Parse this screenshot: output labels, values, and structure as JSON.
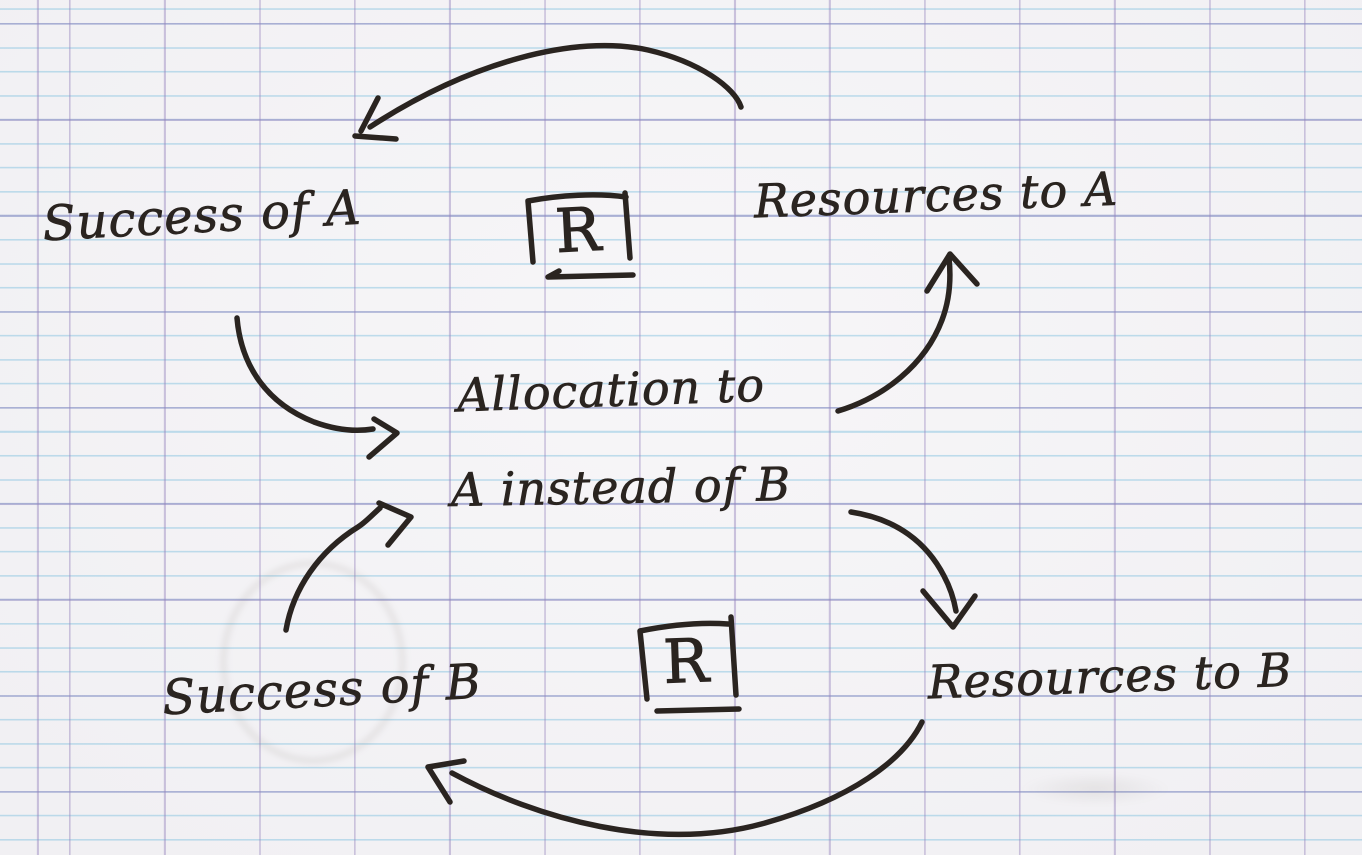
{
  "paper": {
    "style": "seyes-ruled-notebook",
    "background_color": "#f4f3f5",
    "rule_blue": "#9fd2e8",
    "rule_purple": "#b4a8d2"
  },
  "ink_color": "#2a2420",
  "labels": {
    "success_a": "Success of A",
    "resources_a": "Resources to A",
    "allocation_line1": "Allocation to",
    "allocation_line2": "A instead of B",
    "success_b": "Success of B",
    "resources_b": "Resources to B",
    "loop_top": "R",
    "loop_bottom": "R"
  },
  "loops": [
    {
      "marker": "R",
      "position": "top-center",
      "boxed": true,
      "underlined": true
    },
    {
      "marker": "R",
      "position": "bottom-center",
      "boxed": true,
      "underlined": true
    }
  ],
  "connections": [
    {
      "from": "Resources to A",
      "to": "Success of A"
    },
    {
      "from": "Success of A",
      "to": "Allocation to A instead of B"
    },
    {
      "from": "Allocation to A instead of B",
      "to": "Resources to A"
    },
    {
      "from": "Success of B",
      "to": "Allocation to A instead of B"
    },
    {
      "from": "Allocation to A instead of B",
      "to": "Resources to B"
    },
    {
      "from": "Resources to B",
      "to": "Success of B"
    }
  ]
}
